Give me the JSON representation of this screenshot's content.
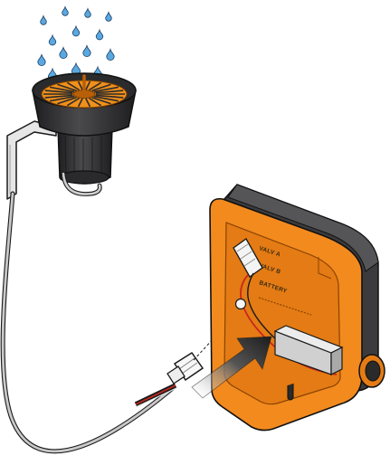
{
  "colors": {
    "housing": "#f28a1e",
    "housing_dark": "#d4700c",
    "housing_shell": "#3b3b3d",
    "sensor_cup": "#2e2e30",
    "sensor_insert": "#f0901c",
    "water_drop": "#5aa8e0",
    "cable": "#c9c9c9",
    "wire_red": "#c8281e",
    "arrow": "#222222"
  },
  "icons": {
    "rain": "water-drop-icon",
    "insert_arrow": "arrow-icon"
  },
  "device": {
    "terminals": [
      {
        "label": "VALV A"
      },
      {
        "label": "VALV B"
      },
      {
        "label": "BATTERY"
      }
    ]
  }
}
